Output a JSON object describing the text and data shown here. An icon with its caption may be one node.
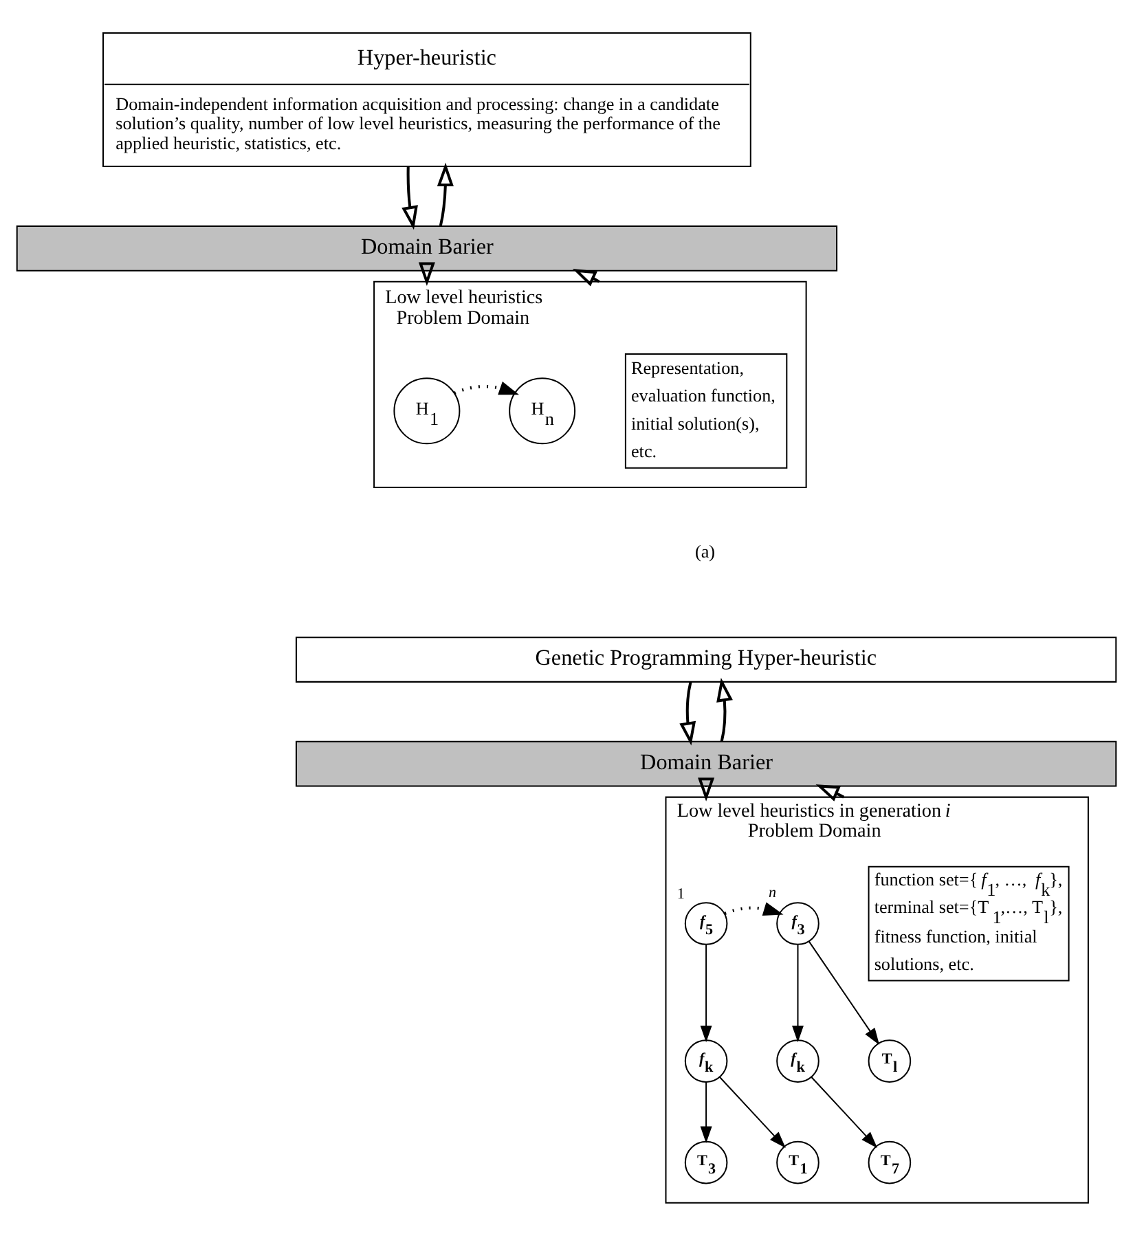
{
  "diagram": {
    "nodes": [
      {
        "text": [
          "Hyper-heuristic",
          "Domain-independent information acquisition and processing: change in a candidate solution’s quality, number of low level heuristics, measuring the performance of the applied heuristic, statistics, etc."
        ]
      },
      {
        "text": [
          "Domain Barier"
        ]
      },
      {
        "text": [
          "Low level heuristics",
          "Problem Domain"
        ]
      },
      {
        "text": [
          "H$_{1}$"
        ],
        "in": 2
      },
      {
        "text": [
          "H$_{n}$"
        ],
        "in": 2
      },
      {
        "text": [
          "Representation, evaluation function, initial solution(s), etc."
        ],
        "in": 2
      },
      {
        "text": [
          "Genetic Programming Hyper-heuristic"
        ]
      },
      {
        "text": [
          "Domain Barier"
        ]
      },
      {
        "text": [
          "Low level heuristics in generation *i*",
          "Problem Domain"
        ]
      },
      {
        "text": [
          "*f*$_{5}$"
        ],
        "in": 8,
        "beside": [
          "1"
        ]
      },
      {
        "text": [
          "*f*$_{k}$"
        ],
        "in": 8
      },
      {
        "text": [
          "T$_{3}$"
        ],
        "in": 8
      },
      {
        "text": [
          "T$_{1}$"
        ],
        "in": 8
      },
      {
        "text": [
          "*f*$_{3}$"
        ],
        "in": 8,
        "beside": [
          "n"
        ]
      },
      {
        "text": [
          "T$_{l}$"
        ],
        "in": 8
      },
      {
        "text": [
          "*f*$_{k}$"
        ],
        "in": 8
      },
      {
        "text": [
          "T$_{7}$"
        ],
        "in": 8
      },
      {
        "text": [
          "function set={*f*$_{1}$, …, *f*$_{k}$}, terminal set={T$_{1}$,…, T$_{l}$}, fitness function, initial solutions, etc."
        ],
        "in": 8
      }
    ],
    "edges": [
      {
        "from": 0,
        "to": 1,
        "arrow": "to"
      },
      {
        "from": 1,
        "to": 0,
        "arrow": "to"
      },
      {
        "from": 1,
        "to": 2,
        "arrow": "to"
      },
      {
        "from": 2,
        "to": 1,
        "arrow": "to"
      },
      {
        "from": 3,
        "to": 4,
        "arrow": "to",
        "style": "dashed"
      },
      {
        "from": 6,
        "to": 7,
        "arrow": "to"
      },
      {
        "from": 7,
        "to": 6,
        "arrow": "to"
      },
      {
        "from": 7,
        "to": 8,
        "arrow": "to"
      },
      {
        "from": 8,
        "to": 7,
        "arrow": "to"
      },
      {
        "from": 9,
        "to": 13,
        "arrow": "to",
        "style": "dashed"
      },
      {
        "from": 9,
        "to": 10,
        "arrow": "to"
      },
      {
        "from": 10,
        "to": 11,
        "arrow": "to"
      },
      {
        "from": 10,
        "to": 12,
        "arrow": "to"
      },
      {
        "from": 13,
        "to": 14,
        "arrow": "to"
      },
      {
        "from": 13,
        "to": 15,
        "arrow": "to"
      },
      {
        "from": 15,
        "to": 16,
        "arrow": "to"
      }
    ],
    "labels": [
      "(a)"
    ]
  }
}
